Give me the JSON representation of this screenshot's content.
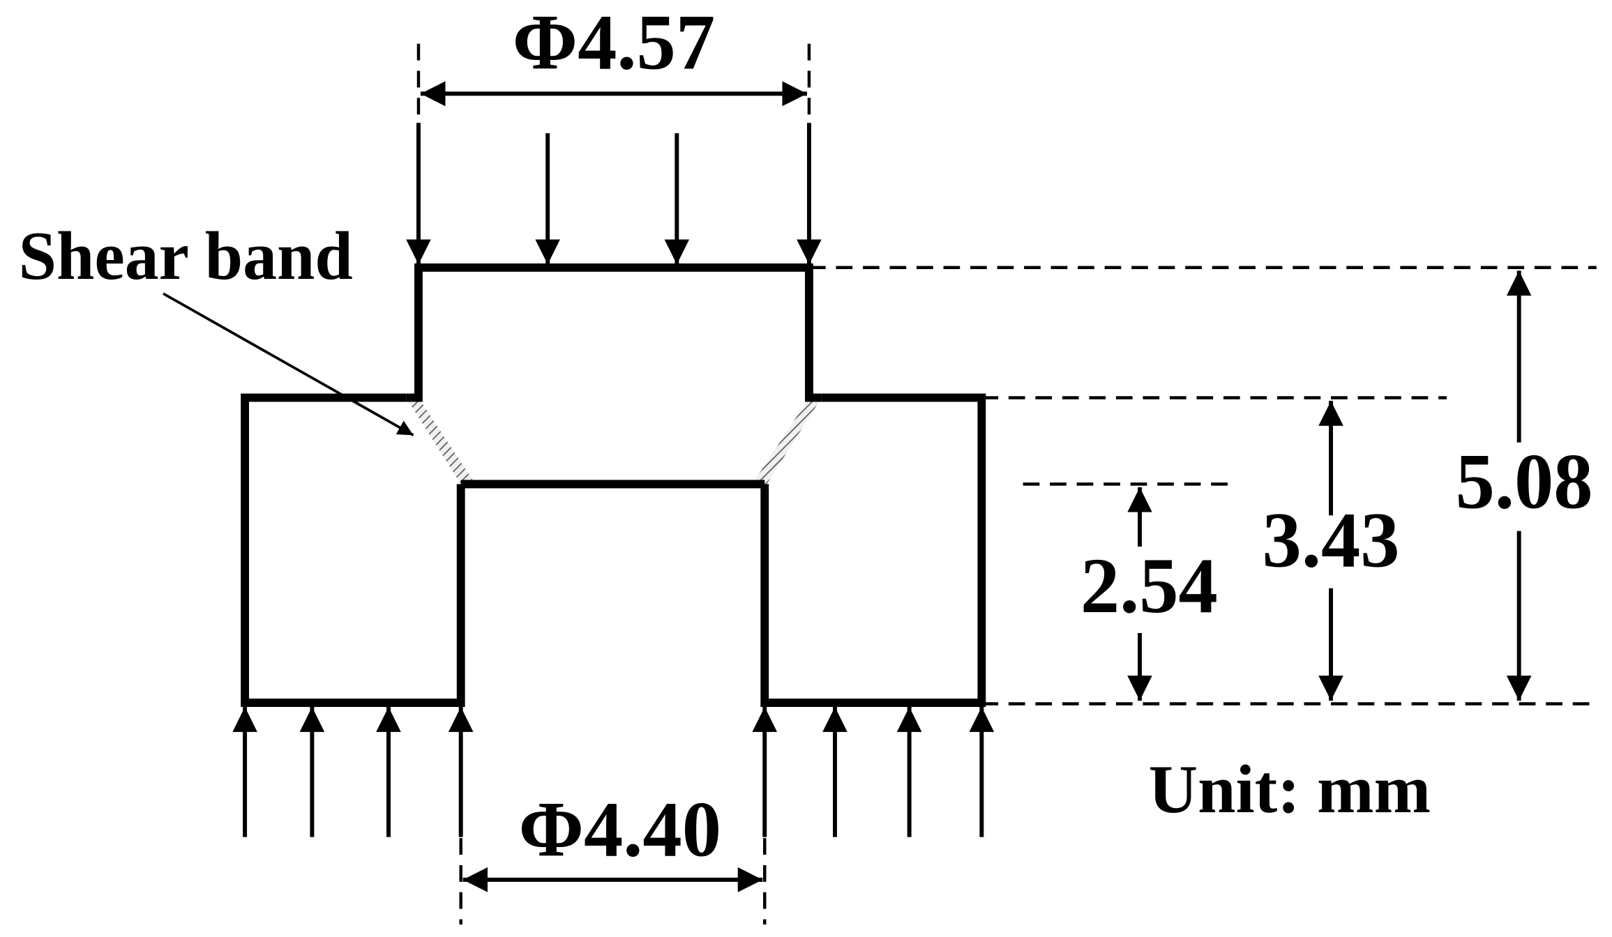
{
  "labels": {
    "shear_band": "Shear band",
    "top_diameter": "Φ4.57",
    "bottom_diameter": "Φ4.40",
    "height_total": "5.08",
    "height_mid": "3.43",
    "height_lower": "2.54",
    "unit": "Unit: mm"
  },
  "colors": {
    "line": "#000000",
    "hatch_fill": "#f0f0f0",
    "background": "#ffffff"
  }
}
